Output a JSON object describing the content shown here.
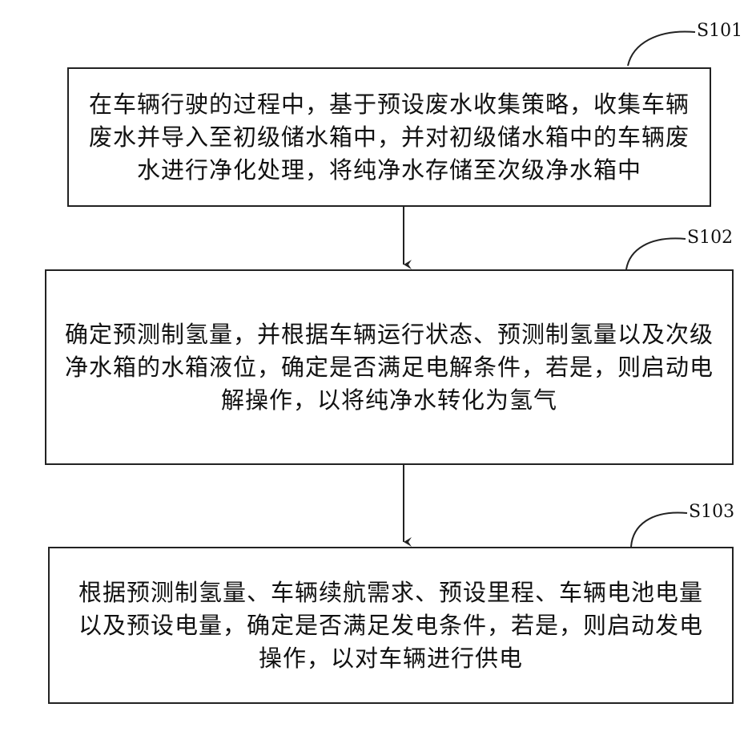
{
  "steps": [
    {
      "label": "S101",
      "text": "在车辆行驶的过程中，基于预设废水收集策略，收集车辆废水并导入至初级储水箱中，并对初级储水箱中的车辆废水进行净化处理，将纯净水存储至次级净水箱中"
    },
    {
      "label": "S102",
      "text": "确定预测制氢量，并根据车辆运行状态、预测制氢量以及次级净水箱的水箱液位，确定是否满足电解条件，若是，则启动电解操作，以将纯净水转化为氢气"
    },
    {
      "label": "S103",
      "text": "根据预测制氢量、车辆续航需求、预设里程、车辆电池电量以及预设电量，确定是否满足发电条件，若是，则启动发电操作，以对车辆进行供电"
    }
  ]
}
